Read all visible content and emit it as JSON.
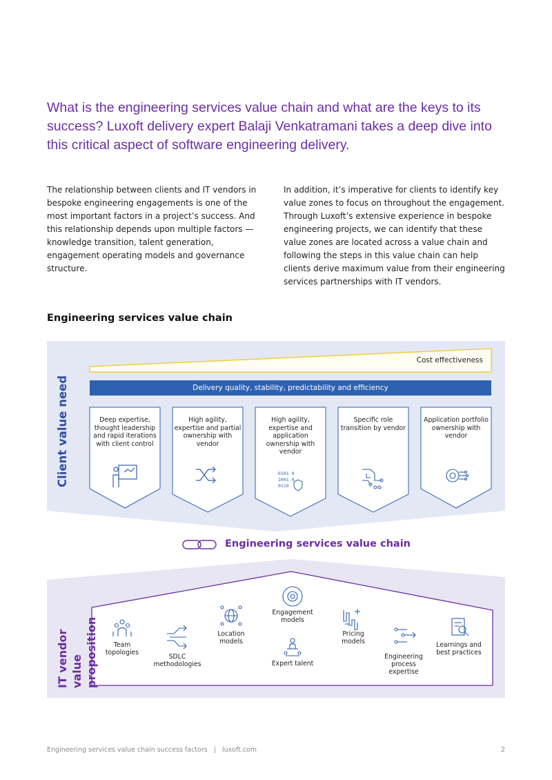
{
  "intro": "What is the engineering services value chain and what are the keys to its success? Luxoft delivery expert Balaji Venkatramani takes a deep dive into this critical aspect of software engineering delivery.",
  "body": {
    "left": "The relationship between clients and IT vendors in bespoke engineering engagements is one of the most important factors in a project’s success. And this relationship depends upon multiple factors — knowledge transition, talent generation, engagement operating models and governance structure.",
    "right": "In addition, it’s imperative for clients to identify key value zones to focus on throughout the engagement. Through Luxoft’s extensive experience in bespoke engineering projects, we can identify that these value zones are located across a value chain and following the steps in this value chain can help clients derive maximum value from their engineering services partnerships with IT vendors."
  },
  "section_title": "Engineering services value chain",
  "diagram": {
    "client_label": "Client value need",
    "cost_label": "Cost effectiveness",
    "quality_label": "Delivery quality, stability, predictability and efficiency",
    "cards": [
      {
        "text": "Deep expertise, thought leadership and rapid iterations with client control",
        "icon": "presenter-board-icon"
      },
      {
        "text": "High agility, expertise and partial ownership with vendor",
        "icon": "shuffle-arrows-icon"
      },
      {
        "text": "High agility, expertise and application ownership with vendor",
        "icon": "binary-shield-icon"
      },
      {
        "text": "Specific role transition by vendor",
        "icon": "circuit-board-icon"
      },
      {
        "text": "Application portfolio ownership with vendor",
        "icon": "gear-circuit-icon"
      }
    ],
    "chain_title": "Engineering services value chain",
    "vendor_label": "IT vendor value proposition",
    "vendor_items": [
      {
        "text": "Team topologies",
        "icon": "team-icon"
      },
      {
        "text": "SDLC methodologies",
        "icon": "sdlc-arrows-icon"
      },
      {
        "text": "Location models",
        "icon": "globe-network-icon"
      },
      {
        "text": "Engagement models",
        "icon": "gear-cycle-icon"
      },
      {
        "text": "Expert talent",
        "icon": "expert-talent-icon"
      },
      {
        "text": "Pricing models",
        "icon": "pricing-chart-icon"
      },
      {
        "text": "Engineering process expertise",
        "icon": "process-network-icon"
      },
      {
        "text": "Learnings and best practices",
        "icon": "document-search-icon"
      }
    ]
  },
  "footer": {
    "text": "Engineering services value chain success factors   |   luxoft.com",
    "page": "2"
  },
  "colors": {
    "purple": "#6a2ea3",
    "blue": "#2f5fae",
    "band_blue": "#2f61b1",
    "panel_blue": "#e4e8f4",
    "panel_purple": "#e8e6f3",
    "yellow": "#f2cd3d"
  }
}
